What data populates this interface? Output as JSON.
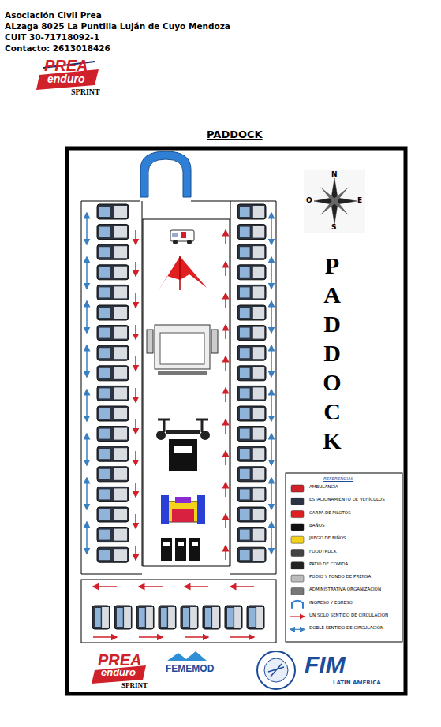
{
  "diagram": {
    "title": "PADDOCK",
    "labels": [
      "Asociación Civil Prea",
      "ALzaga 8025 La Puntilla Luján de Cuyo Mendoza",
      "CUIT 30-71718092-1",
      "Contacto: 2613018426",
      "PREA",
      "enduro",
      "SPRINT",
      "PADDOCK",
      "N",
      "O",
      "E",
      "S",
      "REFERENCIAS",
      "PREA",
      "enduro",
      "SPRINT",
      "FEMEMOD",
      "FIM",
      "LATIN AMERICA"
    ],
    "legend": [
      {
        "text": "AMBULANCIA"
      },
      {
        "text": "ESTACIONAMIENTO DE VEHÍCULOS"
      },
      {
        "text": "CARPA DE PILOTOS"
      },
      {
        "text": "BAÑOS"
      },
      {
        "text": "JUEGO DE NIÑOS"
      },
      {
        "text": "FOODTRUCK"
      },
      {
        "text": "PATIO DE COMIDA"
      },
      {
        "text": "PODIO Y FONDO DE PRENSA"
      },
      {
        "text": "ADMINISTRATIVA ORGANIZACIÓN"
      },
      {
        "text": "INGRESO Y EGRESO"
      },
      {
        "text": "UN SOLO SENTIDO DE CIRCULACIÓN"
      },
      {
        "text": "DOBLE SENTIDO DE CIRCULACIÓN"
      }
    ]
  }
}
